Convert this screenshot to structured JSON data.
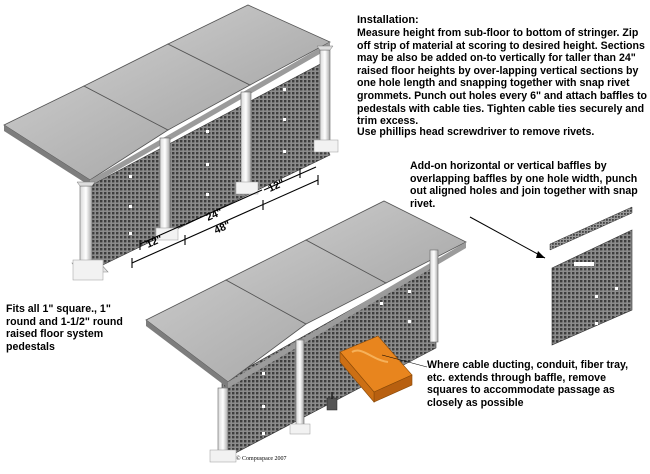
{
  "installation": {
    "title": "Installation:",
    "body": "Measure height from sub-floor to bottom of stringer. Zip off strip of material at scoring to desired height. Sections may be also be added on-to vertically for taller than 24\" raised floor heights by over-lapping vertical sections by one hole length and snapping together with snap rivet grommets. Punch out holes every 6\" and attach baffles to pedestals with cable ties. Tighten cable ties securely and trim excess.",
    "rivet_note": "Use phillips head screwdriver to remove rivets."
  },
  "addon_note": "Add-on horizontal or vertical baffles by overlapping baffles by one hole width, punch out aligned holes and join together with snap rivet.",
  "fits_note": "Fits all 1\" square., 1\" round and 1-1/2\" round raised floor system pedestals",
  "cable_note": "Where cable ducting, conduit, fiber tray, etc. extends through baffle, remove squares to accommodate passage as closely as possible",
  "dimensions": {
    "d12a": "12\"",
    "d24": "24\"",
    "d48": "48\"",
    "d12b": "12\""
  },
  "copyright": "© Compuspace 2007",
  "colors": {
    "panel_top": "#b9b9b9",
    "panel_edge": "#8a8a8a",
    "mesh_dark": "#3e3e3e",
    "mesh_light": "#8c8c8c",
    "cable_duct": "#e8851e"
  }
}
